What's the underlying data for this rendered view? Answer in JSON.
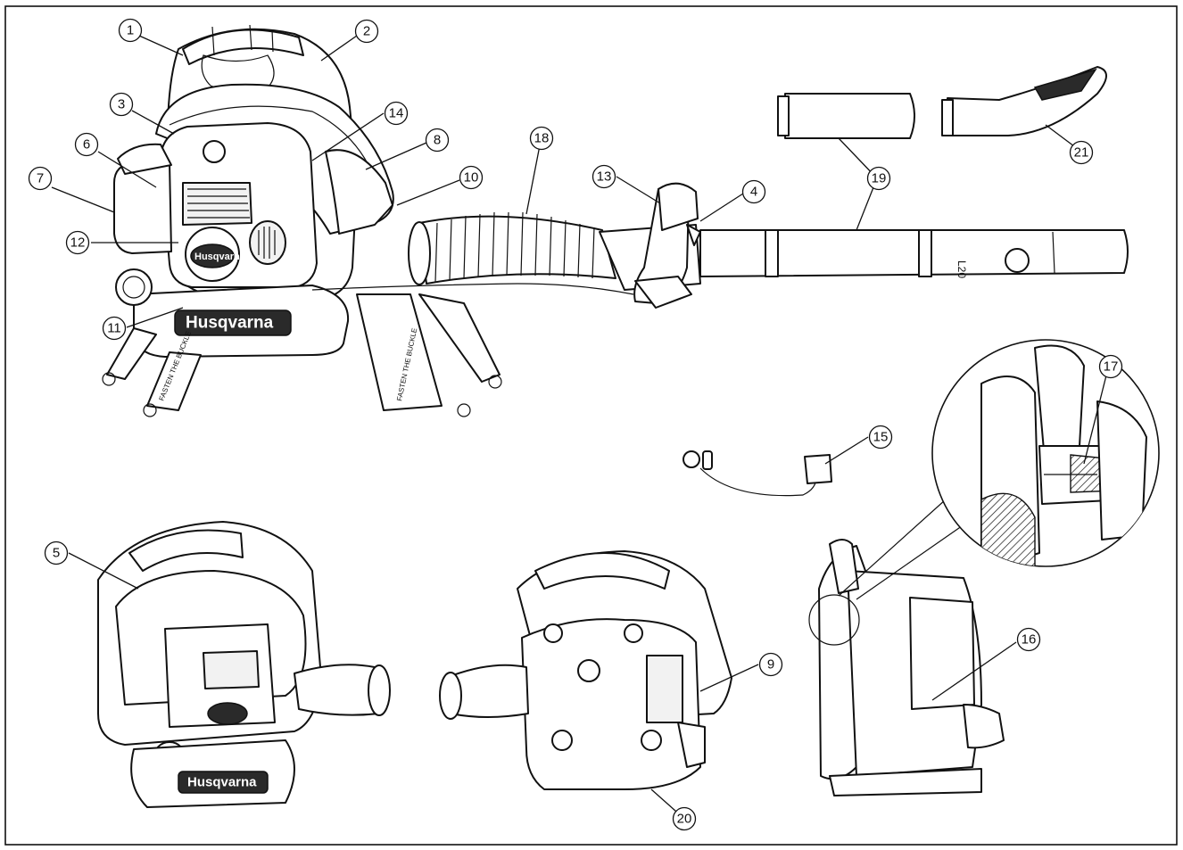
{
  "brand": {
    "name": "Husqvarna",
    "tube_mark": "L20"
  },
  "harness_labels": {
    "left_tag": "FASTEN THE BUCKLE",
    "right_tag": "FASTEN THE BUCKLE"
  },
  "callouts": [
    {
      "id": "1",
      "label": "1"
    },
    {
      "id": "2",
      "label": "2"
    },
    {
      "id": "3",
      "label": "3"
    },
    {
      "id": "4",
      "label": "4"
    },
    {
      "id": "5",
      "label": "5"
    },
    {
      "id": "6",
      "label": "6"
    },
    {
      "id": "7",
      "label": "7"
    },
    {
      "id": "8",
      "label": "8"
    },
    {
      "id": "9",
      "label": "9"
    },
    {
      "id": "10",
      "label": "10"
    },
    {
      "id": "11",
      "label": "11"
    },
    {
      "id": "12",
      "label": "12"
    },
    {
      "id": "13",
      "label": "13"
    },
    {
      "id": "14",
      "label": "14"
    },
    {
      "id": "15",
      "label": "15"
    },
    {
      "id": "16",
      "label": "16"
    },
    {
      "id": "17",
      "label": "17"
    },
    {
      "id": "18",
      "label": "18"
    },
    {
      "id": "19",
      "label": "19"
    },
    {
      "id": "20",
      "label": "20"
    },
    {
      "id": "21",
      "label": "21"
    }
  ]
}
